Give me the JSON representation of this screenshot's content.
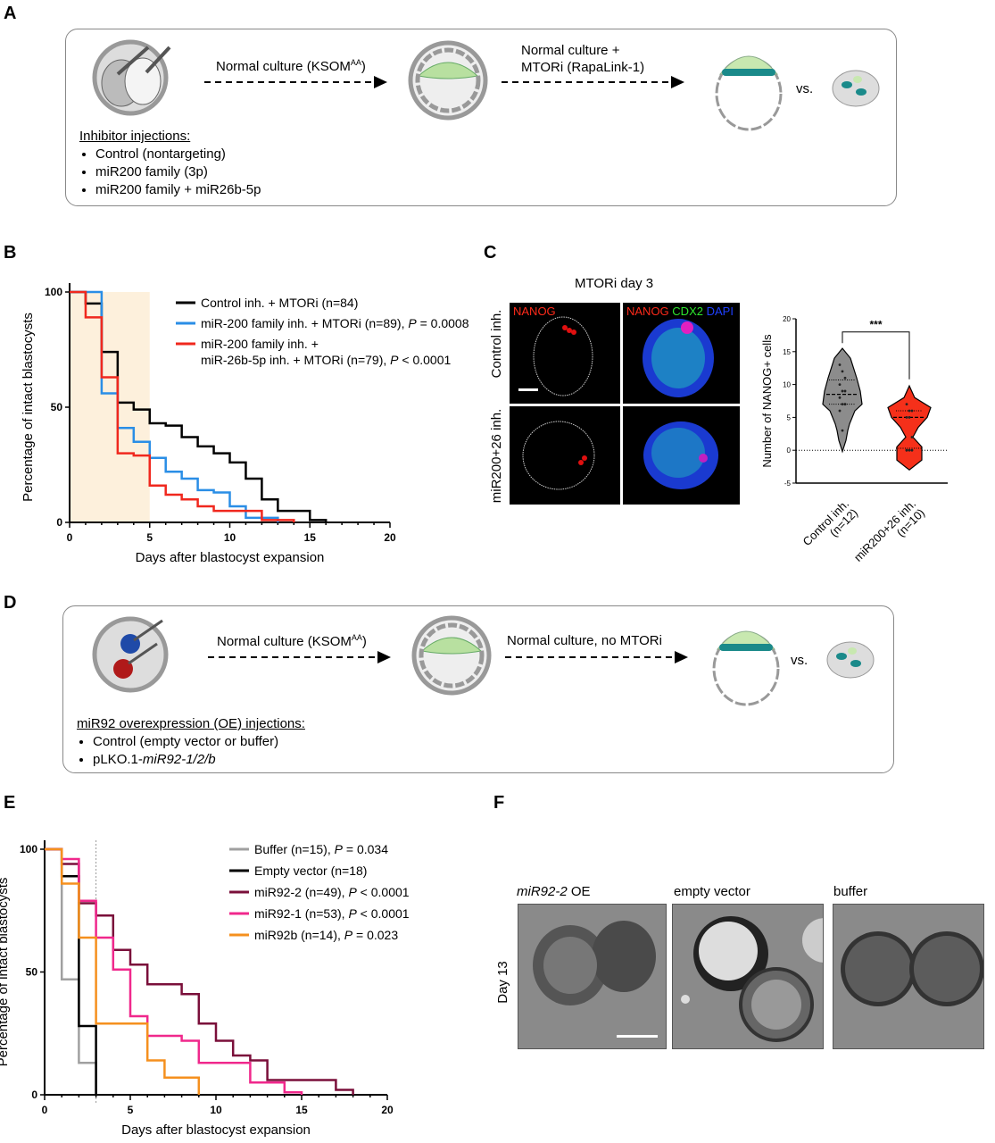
{
  "panels": {
    "A": "A",
    "B": "B",
    "C": "C",
    "D": "D",
    "E": "E",
    "F": "F"
  },
  "panelA": {
    "arrow1": "Normal culture (KSOM",
    "arrow1_sup": "AA",
    "arrow1_end": ")",
    "arrow2_line1": "Normal culture +",
    "arrow2_line2": "MTORi (RapaLink-1)",
    "vs": "vs.",
    "list_title": "Inhibitor injections:",
    "list": [
      "Control (nontargeting)",
      "miR200 family (3p)",
      "miR200 family + miR26b-5p"
    ]
  },
  "panelD": {
    "arrow1": "Normal culture (KSOM",
    "arrow1_sup": "AA",
    "arrow1_end": ")",
    "arrow2": "Normal culture, no MTORi",
    "vs": "vs.",
    "list_title": "miR92 overexpression (OE) injections:",
    "list": [
      "Control (empty vector or buffer)"
    ],
    "list2_prefix": "pLKO.1-",
    "list2_italic": "miR92-1/2/b"
  },
  "panelC": {
    "title": "MTORi day 3",
    "row_labels": [
      "Control inh.",
      "miR200+26 inh."
    ],
    "col1_label": "NANOG",
    "col2_labels": [
      "NANOG",
      "CDX2",
      "DAPI"
    ],
    "colors": {
      "nanog": "#ff2a1a",
      "cdx2": "#2ee62e",
      "dapi": "#2040ff"
    }
  },
  "panelF": {
    "row_label": "Day 13",
    "col_labels": [
      {
        "italic": "miR92-2",
        "text": " OE"
      },
      {
        "italic": "",
        "text": "empty vector"
      },
      {
        "italic": "",
        "text": "buffer"
      }
    ]
  },
  "chart_data": [
    {
      "id": "B",
      "type": "line",
      "step": true,
      "xlabel": "Days after blastocyst expansion",
      "ylabel": "Percentage of intact blastocysts",
      "xlim": [
        0,
        20
      ],
      "ylim": [
        0,
        100
      ],
      "xticks": [
        0,
        5,
        10,
        15,
        20
      ],
      "yticks": [
        0,
        50,
        100
      ],
      "shaded_region": [
        0,
        5
      ],
      "shade_color": "#fdf0dc",
      "legend": "top-right",
      "series": [
        {
          "name": "Control inh. + MTORi (n=84)",
          "p": "",
          "color": "#000000",
          "x": [
            0,
            1,
            2,
            3,
            4,
            5,
            6,
            7,
            8,
            9,
            10,
            11,
            12,
            13,
            15,
            16
          ],
          "y": [
            100,
            95,
            74,
            52,
            49,
            43,
            42,
            37,
            33,
            30,
            26,
            19,
            10,
            5,
            1,
            0
          ]
        },
        {
          "name": "miR-200 family inh. + MTORi (n=89), ",
          "p": "P = 0.0008",
          "color": "#2a8ee6",
          "x": [
            0,
            2,
            3,
            4,
            5,
            6,
            7,
            8,
            9,
            10,
            11,
            13
          ],
          "y": [
            100,
            56,
            41,
            35,
            28,
            22,
            19,
            14,
            13,
            7,
            2,
            0
          ]
        },
        {
          "name": "miR-200 family inh. +",
          "name2": "miR-26b-5p inh. + MTORi (n=79), ",
          "p": "P < 0.0001",
          "color": "#f0281e",
          "x": [
            0,
            1,
            2,
            3,
            4,
            5,
            6,
            7,
            8,
            9,
            12,
            14
          ],
          "y": [
            100,
            89,
            63,
            30,
            29,
            16,
            12,
            10,
            7,
            5,
            1,
            0
          ]
        }
      ]
    },
    {
      "id": "C",
      "type": "violin",
      "ylabel": "Number of NANOG+ cells",
      "ylim": [
        -5,
        20
      ],
      "yticks": [
        -5,
        0,
        5,
        10,
        15,
        20
      ],
      "significance": "***",
      "groups": [
        {
          "name": "Control inh.",
          "n": "(n=12)",
          "color": "#8c8c8c",
          "points": [
            13,
            12,
            11,
            10,
            9,
            9,
            8,
            7,
            7,
            6,
            3,
            7
          ],
          "median": 8.5,
          "q1": 7,
          "q3": 10.7
        },
        {
          "name": "miR200+26 inh.",
          "n": "(n=10)",
          "color": "#f5301a",
          "points": [
            7,
            6,
            6,
            5,
            5,
            2,
            0,
            0,
            0,
            0
          ],
          "median": 5,
          "q1": 0.3,
          "q3": 6
        }
      ]
    },
    {
      "id": "E",
      "type": "line",
      "step": true,
      "xlabel": "Days after blastocyst expansion",
      "ylabel": "Percentage of intact blastocysts",
      "xlim": [
        0,
        20
      ],
      "ylim": [
        0,
        100
      ],
      "xticks": [
        0,
        5,
        10,
        15,
        20
      ],
      "yticks": [
        0,
        50,
        100
      ],
      "vline": 3,
      "legend": "top-right",
      "series": [
        {
          "name": "Buffer (n=15), ",
          "p": "P = 0.034",
          "color": "#a0a0a0",
          "x": [
            0,
            1,
            2,
            3
          ],
          "y": [
            100,
            47,
            13,
            0
          ]
        },
        {
          "name": "Empty vector (n=18)",
          "p": "",
          "color": "#000000",
          "x": [
            0,
            1,
            2,
            3
          ],
          "y": [
            100,
            89,
            28,
            0
          ]
        },
        {
          "name": "miR92-2 (n=49), ",
          "p": "P < 0.0001",
          "color": "#7a0f3a",
          "x": [
            0,
            1,
            2,
            3,
            4,
            5,
            6,
            8,
            9,
            10,
            11,
            12,
            13,
            17,
            18
          ],
          "y": [
            100,
            94,
            78,
            73,
            59,
            53,
            45,
            41,
            29,
            22,
            16,
            14,
            6,
            2,
            0
          ]
        },
        {
          "name": "miR92-1 (n=53), ",
          "p": "P < 0.0001",
          "color": "#f0288c",
          "x": [
            0,
            1,
            2,
            3,
            4,
            5,
            6,
            8,
            9,
            12,
            14,
            15
          ],
          "y": [
            100,
            96,
            79,
            64,
            51,
            32,
            24,
            22,
            13,
            5,
            1,
            0
          ]
        },
        {
          "name": "miR92b (n=14), ",
          "p": "P = 0.023",
          "color": "#f5901e",
          "x": [
            0,
            1,
            2,
            3,
            6,
            7,
            9
          ],
          "y": [
            100,
            86,
            64,
            29,
            14,
            7,
            0
          ]
        }
      ]
    }
  ]
}
